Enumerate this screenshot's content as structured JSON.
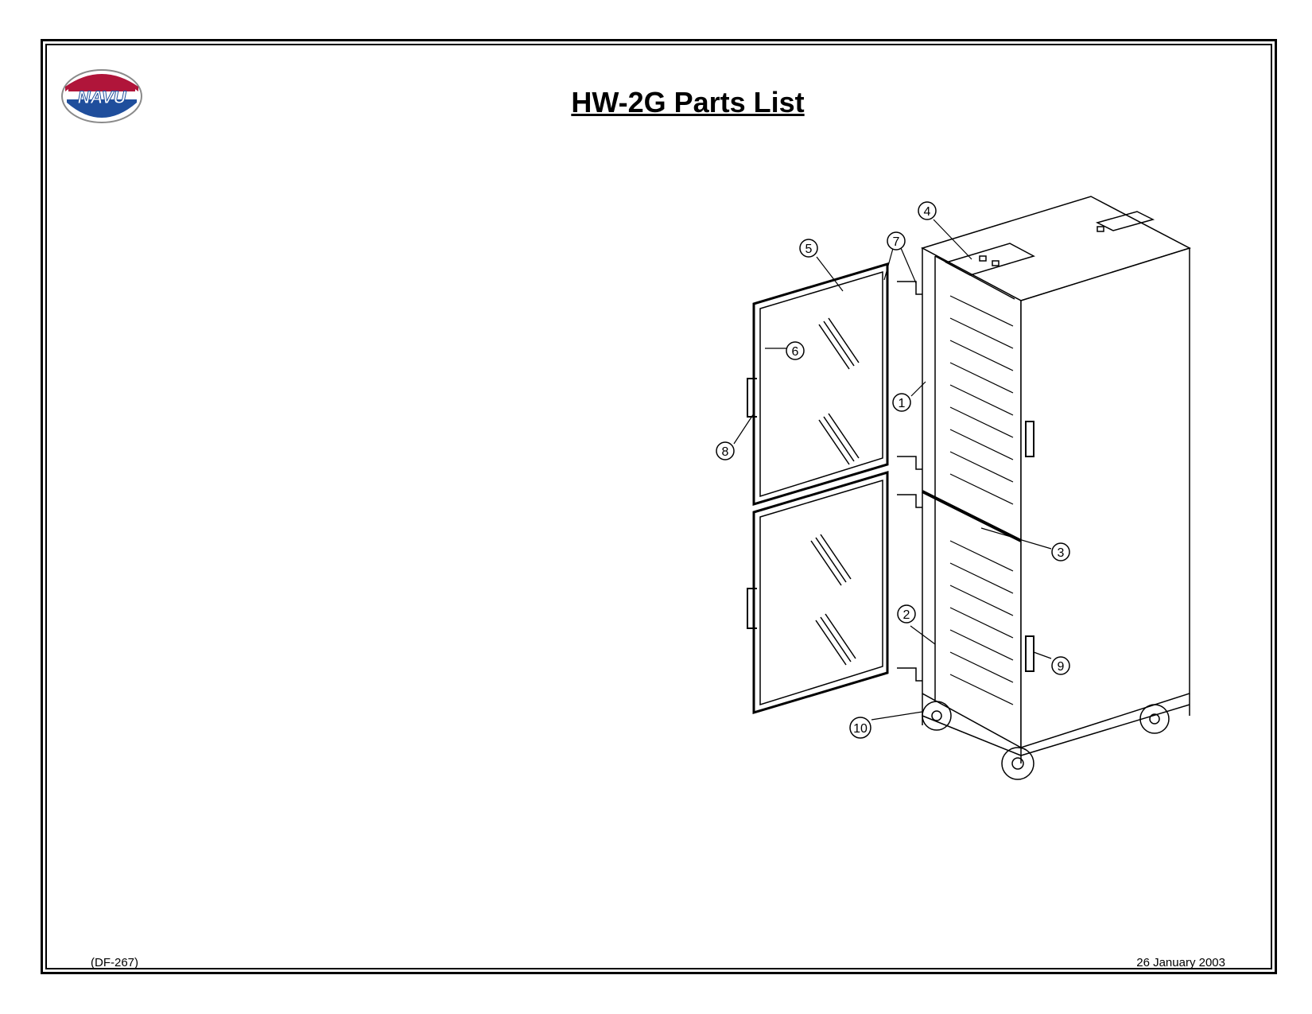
{
  "title": "HW-2G Parts List",
  "logo": {
    "text": "NAVU",
    "colors": [
      "#b0153a",
      "#1f4e9c"
    ]
  },
  "callouts": [
    "1",
    "2",
    "3",
    "4",
    "5",
    "6",
    "7",
    "8",
    "9",
    "10"
  ],
  "footer": {
    "doc_id": "(DF-267)",
    "date": "26 January 2003"
  }
}
